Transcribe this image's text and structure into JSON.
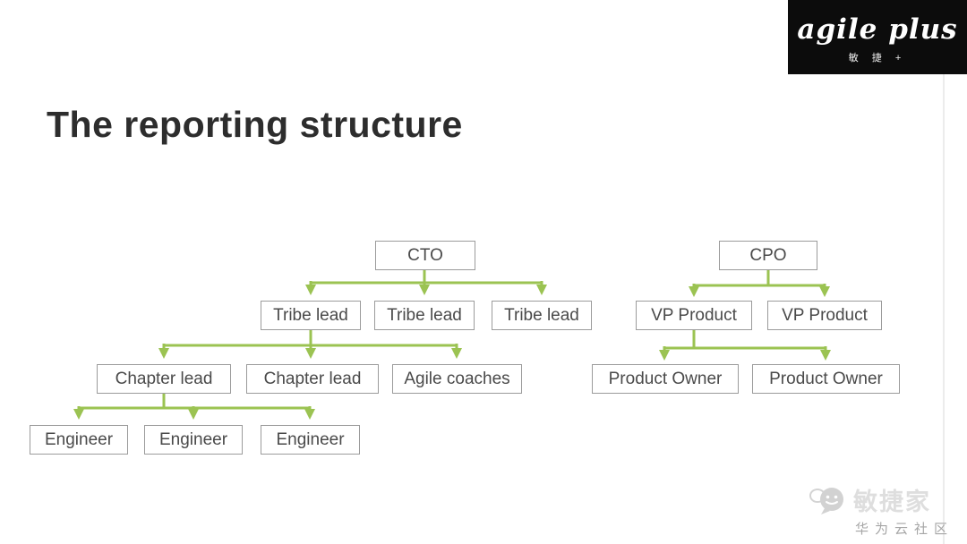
{
  "logo": {
    "brand": "agile plus",
    "sub": "敏 捷 +"
  },
  "title": "The reporting structure",
  "org_chart": {
    "accent_color": "#9bc352",
    "box_border_color": "#9b9b9b",
    "box_text_color": "#4a4a4a",
    "nodes": [
      {
        "id": "cto",
        "label": "CTO"
      },
      {
        "id": "tribe-lead-1",
        "label": "Tribe lead"
      },
      {
        "id": "tribe-lead-2",
        "label": "Tribe lead"
      },
      {
        "id": "tribe-lead-3",
        "label": "Tribe lead"
      },
      {
        "id": "chapter-lead-1",
        "label": "Chapter lead"
      },
      {
        "id": "chapter-lead-2",
        "label": "Chapter lead"
      },
      {
        "id": "agile-coaches",
        "label": "Agile coaches"
      },
      {
        "id": "engineer-1",
        "label": "Engineer"
      },
      {
        "id": "engineer-2",
        "label": "Engineer"
      },
      {
        "id": "engineer-3",
        "label": "Engineer"
      },
      {
        "id": "cpo",
        "label": "CPO"
      },
      {
        "id": "vp-product-1",
        "label": "VP Product"
      },
      {
        "id": "vp-product-2",
        "label": "VP Product"
      },
      {
        "id": "product-owner-1",
        "label": "Product Owner"
      },
      {
        "id": "product-owner-2",
        "label": "Product Owner"
      }
    ],
    "edges": [
      {
        "from": "cto",
        "to": [
          "tribe-lead-1",
          "tribe-lead-2",
          "tribe-lead-3"
        ]
      },
      {
        "from": "tribe-lead-1",
        "to": [
          "chapter-lead-1",
          "chapter-lead-2",
          "agile-coaches"
        ]
      },
      {
        "from": "chapter-lead-1",
        "to": [
          "engineer-1",
          "engineer-2",
          "engineer-3"
        ]
      },
      {
        "from": "cpo",
        "to": [
          "vp-product-1",
          "vp-product-2"
        ]
      },
      {
        "from": "vp-product-1",
        "to": [
          "product-owner-1",
          "product-owner-2"
        ]
      }
    ]
  },
  "watermark": {
    "icon": "chat-bubbles-icon",
    "name": "敏捷家",
    "community": "华为云社区"
  }
}
